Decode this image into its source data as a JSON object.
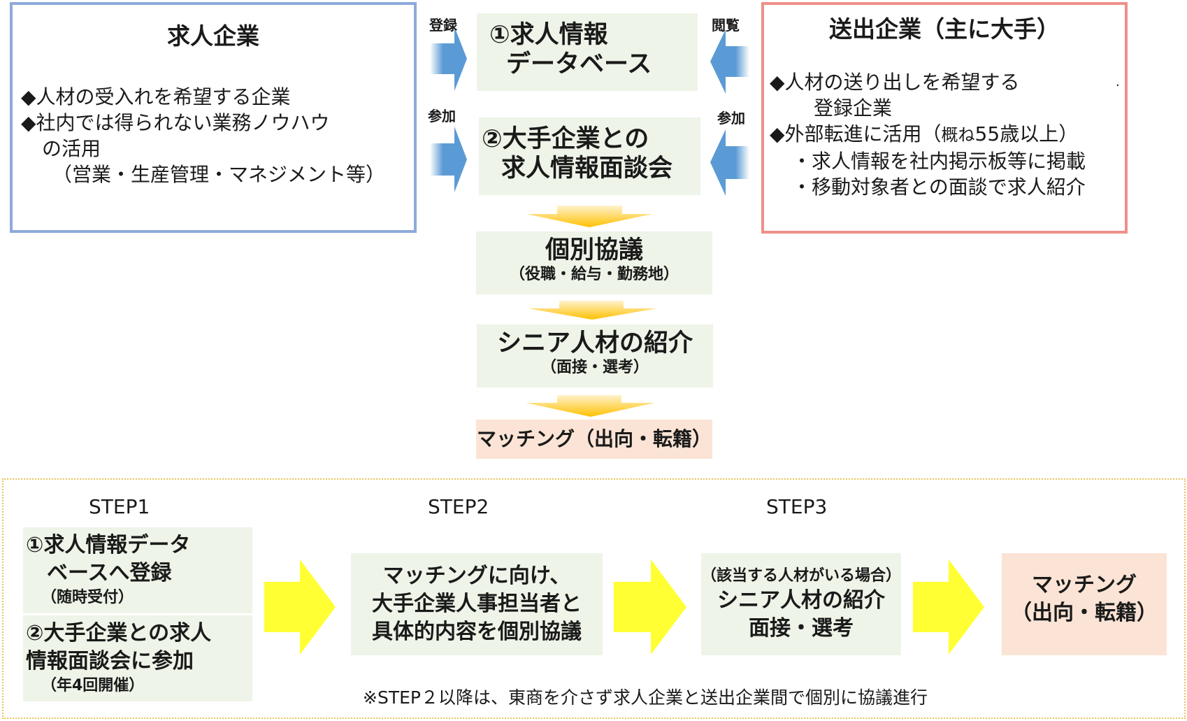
{
  "left_company": {
    "title": "求人企業",
    "bullet1": "◆人材の受入れを希望する企業",
    "bullet2_line1": "◆社内では得られない業務ノウハウ",
    "bullet2_line2": "の活用",
    "bullet2_line3": "（営業・生産管理・マネジメント等）"
  },
  "right_company": {
    "title": "送出企業（主に大手）",
    "bullet1_line1": "◆人材の送り出しを希望する",
    "bullet1_line2": "登録企業",
    "bullet2_line1_main": "◆外部転進に活用（",
    "bullet2_line1_small": "概ね",
    "bullet2_line1_num": "55",
    "bullet2_line1_end": "歳以上）",
    "sub1": "・求人情報を社内掲示板等に掲載",
    "sub2": "・移動対象者との面談で求人紹介",
    "dot": "."
  },
  "arrow_labels": {
    "register": "登録",
    "browse": "閲覧",
    "join_left": "参加",
    "join_right": "参加"
  },
  "flow": {
    "db_line1": "①求人情報",
    "db_line2": "データベース",
    "meeting_line1": "②大手企業との",
    "meeting_line2": "求人情報面談会",
    "consult_title": "個別協議",
    "consult_sub": "（役職・給与・勤務地）",
    "intro_title": "シニア人材の紹介",
    "intro_sub": "（面接・選考）",
    "matching": "マッチング（出向・転籍）"
  },
  "colors": {
    "left_border": "#8eaadb",
    "right_border": "#ee8f8a",
    "blue_arrow": "#5b9bd5",
    "orange_arrow": "#ffc000",
    "yellow_arrow": "#ffff33",
    "box_green": "#eef4e8",
    "box_peach": "#fbe4d5"
  },
  "steps": {
    "step1_label": "STEP1",
    "step2_label": "STEP2",
    "step3_label": "STEP3",
    "step1a_line1": "①求人情報データ",
    "step1a_line2": "ベースへ登録",
    "step1a_sub": "（随時受付）",
    "step1b_line1": "②大手企業との求人",
    "step1b_line2": "情報面談会に参加",
    "step1b_sub": "（年4回開催）",
    "step2_line1": "マッチングに向け、",
    "step2_line2": "大手企業人事担当者と",
    "step2_line3": "具体的内容を個別協議",
    "step3_sub": "（該当する人材がいる場合）",
    "step3_line1": "シニア人材の紹介",
    "step3_line2": "面接・選考",
    "final_line1": "マッチング",
    "final_line2": "（出向・転籍）",
    "note": "※STEP２以降は、東商を介さず求人企業と送出企業間で個別に協議進行"
  }
}
